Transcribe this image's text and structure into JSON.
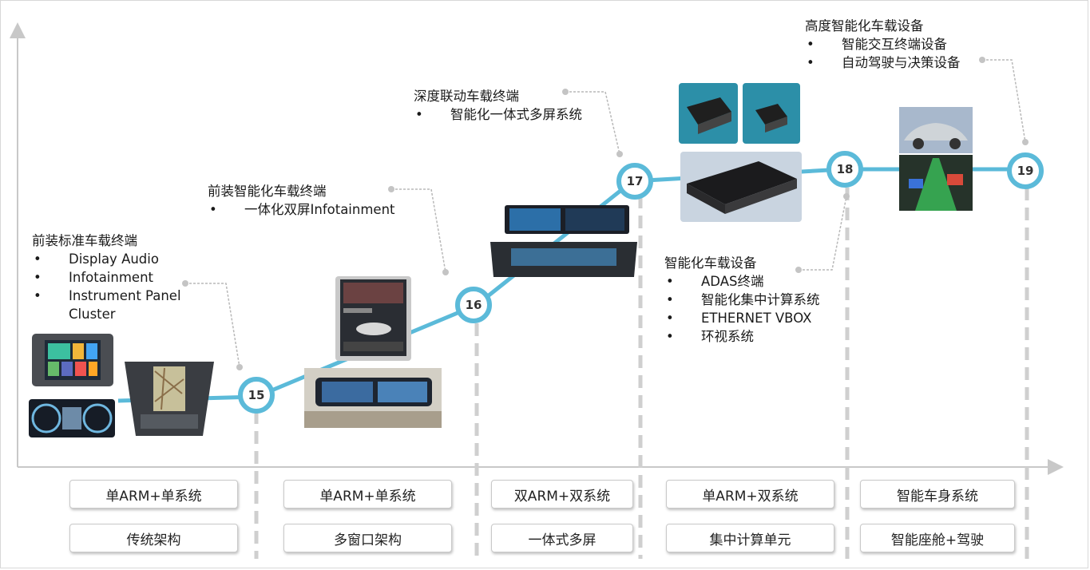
{
  "nodes": [
    "15",
    "16",
    "17",
    "18",
    "19"
  ],
  "notes": {
    "stage1": {
      "title": "前装标准车载终端",
      "items": [
        "Display Audio",
        "Infotainment",
        "Instrument Panel",
        "Cluster"
      ]
    },
    "stage2": {
      "title": "前装智能化车载终端",
      "items": [
        "一体化双屏Infotainment"
      ]
    },
    "stage3": {
      "title": "深度联动车载终端",
      "items": [
        "智能化一体式多屏系统"
      ]
    },
    "stage4": {
      "title": "智能化车载设备",
      "items": [
        "ADAS终端",
        "智能化集中计算系统",
        "ETHERNET VBOX",
        "环视系统"
      ]
    },
    "stage5": {
      "title": "高度智能化车载设备",
      "items": [
        "智能交互终端设备",
        "自动驾驶与决策设备"
      ]
    }
  },
  "columns": [
    {
      "architecture": "单ARM+单系统",
      "category": "传统架构"
    },
    {
      "architecture": "单ARM+单系统",
      "category": "多窗口架构"
    },
    {
      "architecture": "双ARM+双系统",
      "category": "一体式多屏"
    },
    {
      "architecture": "单ARM+双系统",
      "category": "集中计算单元"
    },
    {
      "architecture": "智能车身系统",
      "category": "智能座舱+驾驶"
    }
  ],
  "colors": {
    "line": "#5bbad9",
    "axis": "#c8c8c8",
    "dashed": "#cfcfcf"
  }
}
